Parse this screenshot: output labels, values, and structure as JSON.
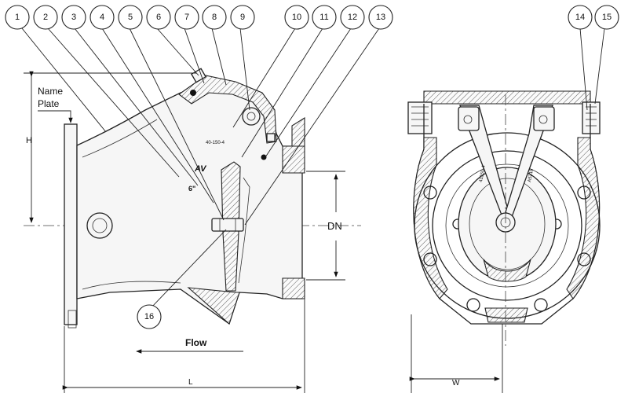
{
  "left_view": {
    "callouts": [
      "1",
      "2",
      "3",
      "4",
      "5",
      "6",
      "7",
      "8",
      "9",
      "10",
      "11",
      "12",
      "13"
    ],
    "bottom_callout": "16",
    "nameplate_label_line1": "Name",
    "nameplate_label_line2": "Plate",
    "dim_height": "H",
    "dim_length": "L",
    "dim_nominal": "DN",
    "flow_label": "Flow",
    "mark_pressure": "40-150-4",
    "mark_size": "6\""
  },
  "right_view": {
    "callouts": [
      "14",
      "15"
    ],
    "dim_width": "W",
    "mark_left": "41150-4",
    "mark_right": "A5216"
  }
}
